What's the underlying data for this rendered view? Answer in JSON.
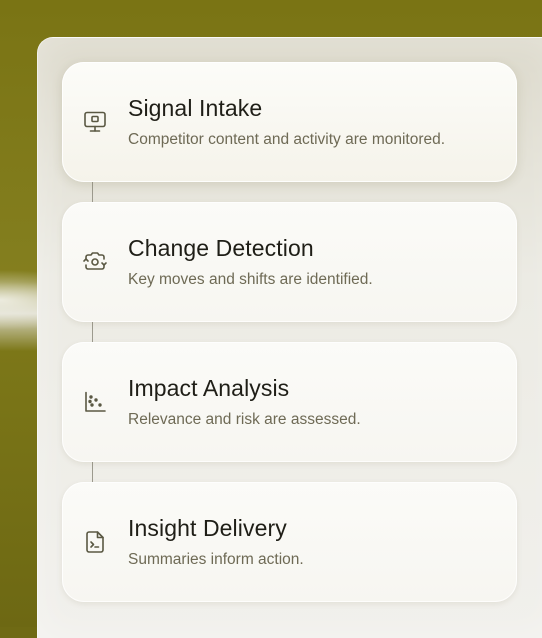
{
  "steps": [
    {
      "title": "Signal Intake",
      "description": "Competitor content and activity are monitored.",
      "icon": "monitor-icon"
    },
    {
      "title": "Change Detection",
      "description": "Key moves and shifts are identified.",
      "icon": "camera-refresh-icon"
    },
    {
      "title": "Impact Analysis",
      "description": "Relevance and risk are assessed.",
      "icon": "scatter-chart-icon"
    },
    {
      "title": "Insight Delivery",
      "description": "Summaries inform action.",
      "icon": "file-terminal-icon"
    }
  ],
  "colors": {
    "background": "#7a7414",
    "panel": "#ecebe4",
    "card": "#f9f8f4",
    "title": "#1f1e17",
    "description": "#6e6a55",
    "icon": "#5a5843"
  }
}
